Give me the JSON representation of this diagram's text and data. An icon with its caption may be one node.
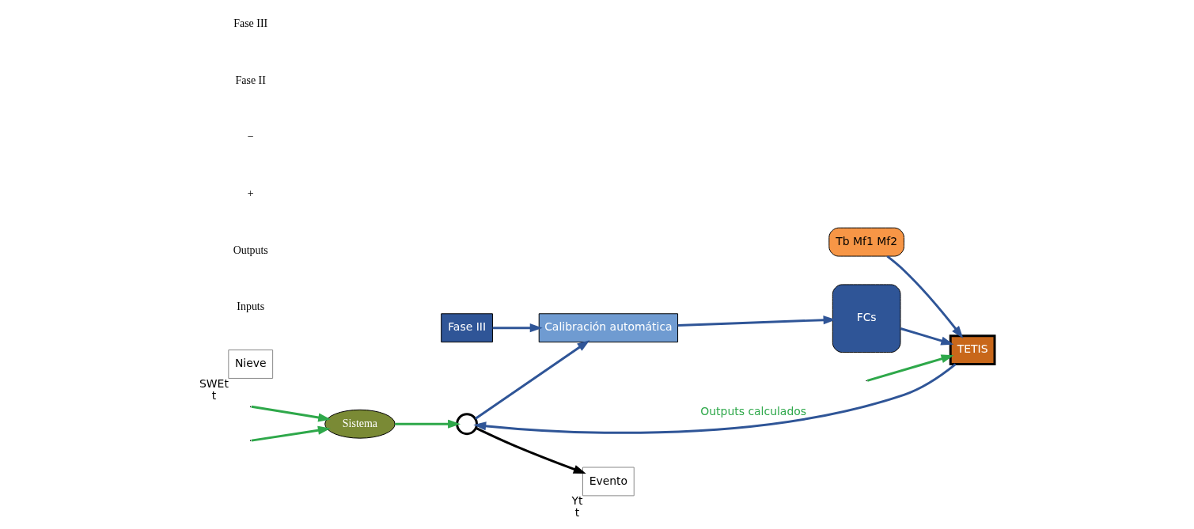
{
  "diagram": {
    "nodes": [
      {
        "text": [
          "Sistema"
        ]
      },
      {
        "text": [
          "TETIS"
        ]
      },
      {
        "text": [],
        "shape": "circle"
      },
      {
        "text": [
          "Nieve"
        ],
        "beside": [
          "SWEt",
          "t"
        ]
      },
      {
        "text": [
          "Evento"
        ],
        "beside": [
          "Yt",
          "t"
        ]
      },
      {
        "text": [
          "Tb Mf1 Mf2"
        ]
      },
      {
        "text": [
          "FCs"
        ]
      },
      {
        "text": [
          "Calibración automática"
        ]
      },
      {
        "text": [
          "Fase III"
        ]
      }
    ],
    "edges": [
      {
        "from": null,
        "to": 0,
        "arrow": "to",
        "color": "#2ea84a"
      },
      {
        "from": null,
        "to": 0,
        "arrow": "to",
        "color": "#2ea84a"
      },
      {
        "from": null,
        "to": 1,
        "arrow": "to",
        "color": "#2ea84a"
      },
      {
        "from": 0,
        "to": 2,
        "arrow": "to",
        "color": "#2ea84a"
      },
      {
        "from": 1,
        "to": 2,
        "arrow": "to",
        "label": "Outputs calculados"
      },
      {
        "from": 2,
        "to": 4,
        "arrow": "to",
        "color": "#000000"
      },
      {
        "from": 2,
        "to": 7,
        "arrow": "to"
      },
      {
        "from": 5,
        "to": 1,
        "arrow": "to"
      },
      {
        "from": 6,
        "to": 1,
        "arrow": "to"
      },
      {
        "from": 7,
        "to": 6,
        "arrow": "to"
      },
      {
        "from": 8,
        "to": 7,
        "arrow": "to"
      }
    ],
    "labels": [
      "Inputs",
      "Outputs",
      "+",
      "−",
      "Fase II",
      "Fase III"
    ]
  }
}
